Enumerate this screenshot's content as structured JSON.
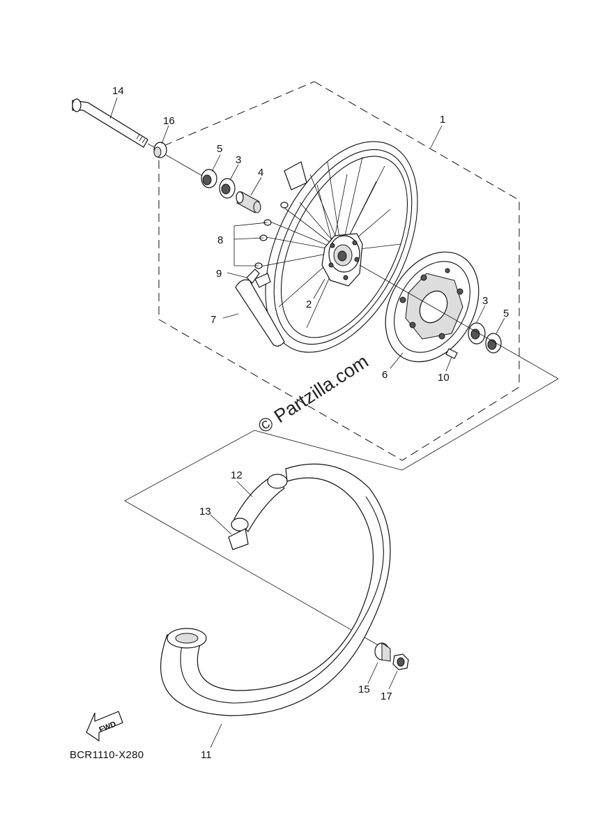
{
  "diagram": {
    "drawing_code": "BCR1110-X280",
    "watermark": "© Partzilla.com",
    "fwd_label": "FWD"
  },
  "labels": {
    "p1": "1",
    "p2": "2",
    "p3a": "3",
    "p3b": "3",
    "p4": "4",
    "p5a": "5",
    "p5b": "5",
    "p6": "6",
    "p7": "7",
    "p8": "8",
    "p9": "9",
    "p10": "10",
    "p11": "11",
    "p12": "12",
    "p13": "13",
    "p14": "14",
    "p15": "15",
    "p16": "16",
    "p17": "17"
  }
}
